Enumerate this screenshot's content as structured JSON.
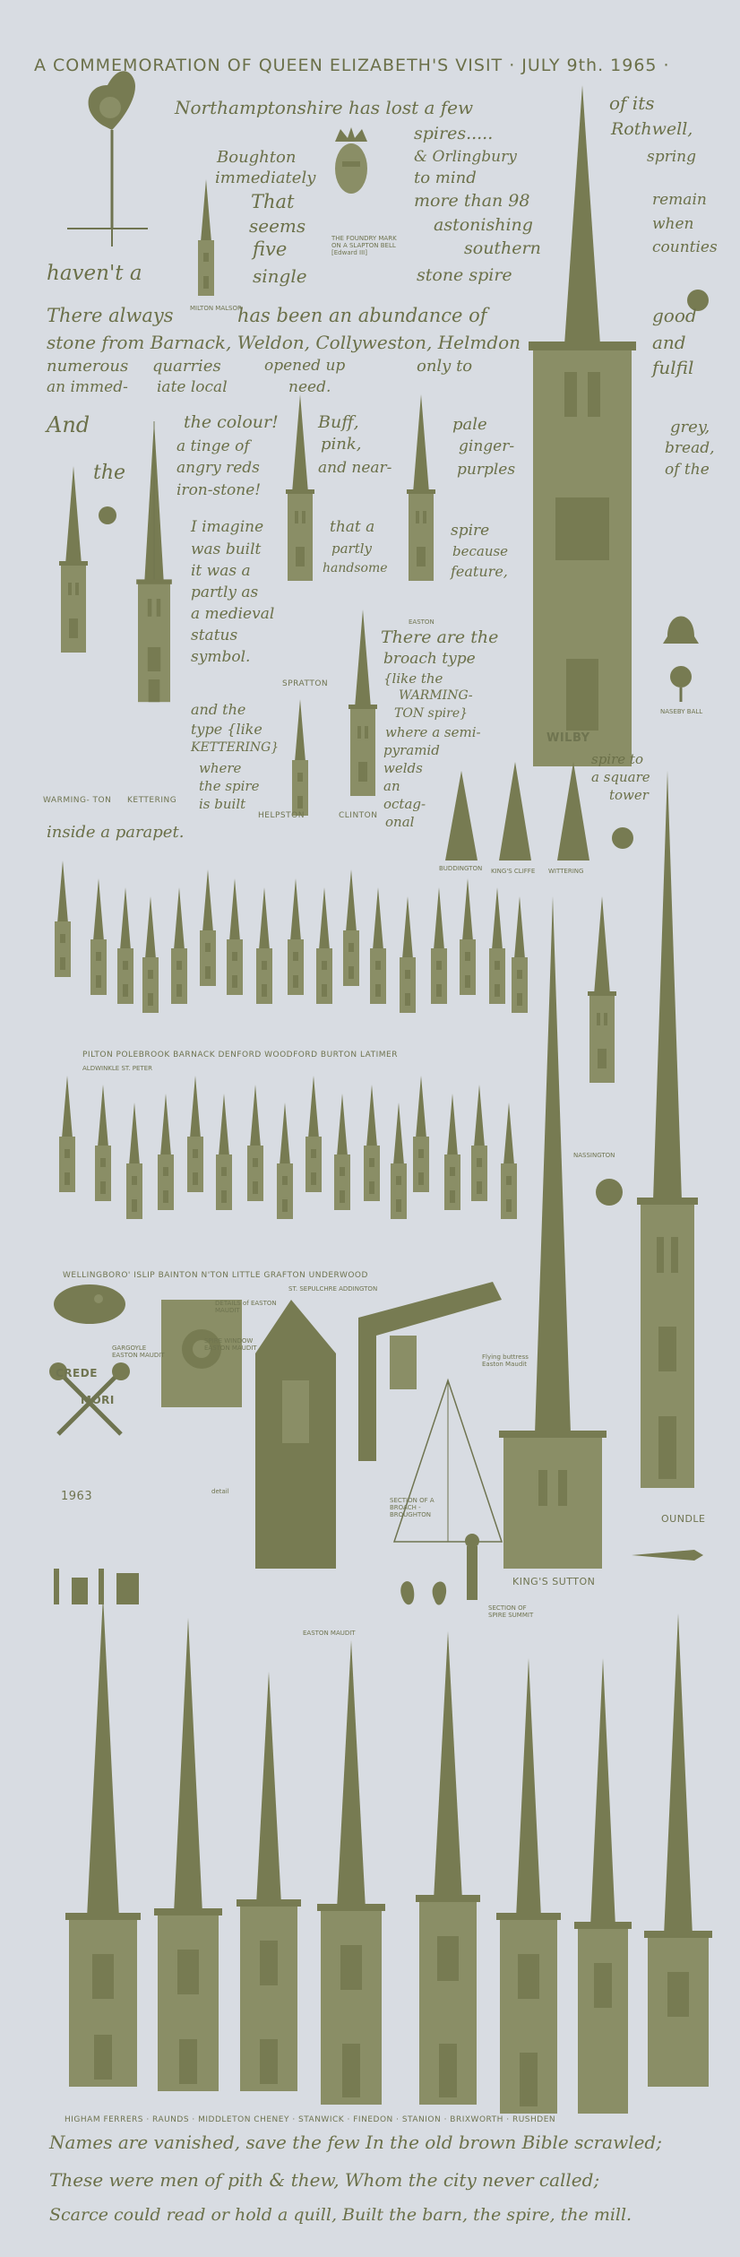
{
  "header": {
    "title": "A COMMEMORATION OF QUEEN ELIZABETH'S VISIT · JULY 9th. 1965 ·"
  },
  "colors": {
    "paper": "#d8dce2",
    "ink": "#6f7450"
  },
  "poem": {
    "l1": "Northamptonshire has lost a few",
    "l1b": "of its",
    "l2": "spires.....",
    "l2b": "Rothwell,",
    "l3": "Boughton",
    "l3b": "& Orlingbury",
    "l3c": "spring",
    "l4": "immediately",
    "l4b": "to mind",
    "l5": "That",
    "l5b": "more than 98",
    "l5c": "remain",
    "l6": "seems",
    "l6b": "astonishing",
    "l6c": "when",
    "l7": "five",
    "l7b": "southern",
    "l7c": "counties",
    "l8": "haven't a",
    "l8b": "single",
    "l8c": "stone spire",
    "l9": "There always",
    "l9b": "has been an abundance of",
    "l9c": "good",
    "l10": "stone from Barnack, Weldon, Collyweston, Helmdon",
    "l10b": "and",
    "l11": "numerous",
    "l11b": "quarries",
    "l11c": "opened up",
    "l11d": "only to",
    "l11e": "fulfil",
    "l12": "an immed-",
    "l12b": "iate local",
    "l12c": "need.",
    "l13": "And",
    "l13b": "the colour!",
    "l13c": "Buff,",
    "l13d": "pale",
    "l13e": "grey,",
    "l14": "a tinge of",
    "l14b": "pink,",
    "l14c": "ginger-",
    "l14d": "bread,",
    "l15": "the",
    "l15b": "angry reds",
    "l15c": "and near-",
    "l15d": "purples",
    "l15e": "of the",
    "l16": "iron-stone!",
    "l17": "I imagine",
    "l17b": "that a",
    "l17c": "spire",
    "l18": "was built",
    "l18b": "partly",
    "l18c": "because",
    "l19": "it was a",
    "l19b": "handsome",
    "l19c": "feature,",
    "l20": "partly as",
    "l21": "a medieval",
    "l21b": "There are the",
    "l22": "status",
    "l22b": "broach type",
    "l23": "symbol.",
    "l23b": "{like the",
    "l24": "WARMING-",
    "l25": "TON spire}",
    "l26": "and the",
    "l26b": "where a semi-",
    "l27": "type {like",
    "l27b": "pyramid",
    "l28": "KETTERING}",
    "l28b": "welds",
    "l29": "where",
    "l29b": "an",
    "l30": "the spire",
    "l30b": "octag-",
    "l31": "is built",
    "l31b": "onal",
    "l32": "spire to",
    "l33": "a square",
    "l34": "tower",
    "l35": "inside a parapet."
  },
  "labels": {
    "milton": "MILTON MALSOR",
    "founder": "THE FOUNDRY MARK ON A SLAPTON BELL [Edward III]",
    "wilby": "WILBY",
    "easton": "EASTON",
    "spratton": "SPRATTON",
    "warmington": "WARMING- TON",
    "kettering": "KETTERING",
    "helpston": "HELPSTON",
    "clinton": "CLINTON",
    "naseby": "NASEBY BALL",
    "buddington": "BUDDINGTON",
    "kingscliffe": "KING'S CLIFFE",
    "wittering": "WITTERING",
    "row2": "PILTON    POLEBROOK           BARNACK  DENFORD  WOODFORD  BURTON LATIMER",
    "aldwinkle": "ALDWINKLE ST. PETER",
    "row3": "WELLINGBORO'  ISLIP       BAINTON    N'TON      LITTLE    GRAFTON UNDERWOOD",
    "row3b": "ST. SEPULCHRE   ADDINGTON",
    "nassington": "NASSINGTON",
    "kingssutton": "KING'S SUTTON",
    "oundle": "OUNDLE",
    "crede": "CREDE",
    "mori": "MORI",
    "year": "1963",
    "details": "DETAILS of EASTON MAUDIT",
    "spirewindow": "SPIRE WINDOW EASTON MAUDIT",
    "gargoyle": "GARGOYLE EASTON MAUDIT",
    "flying": "Flying buttress Easton Maudit",
    "detail": "detail",
    "broach": "SECTION OF A BROACH - BROUGHTON",
    "summit": "SECTION OF SPIRE SUMMIT",
    "eastonmaudit": "EASTON MAUDIT",
    "bottomrow": "HIGHAM FERRERS · RAUNDS · MIDDLETON CHENEY · STANWICK · FINEDON · STANION · BRIXWORTH · RUSHDEN"
  },
  "closing": {
    "l1": "Names are vanished, save the few In the old brown Bible scrawled;",
    "l2": "These were men of pith & thew, Whom the city never called;",
    "l3": "Scarce could read or hold a quill, Built the barn, the spire, the mill."
  }
}
